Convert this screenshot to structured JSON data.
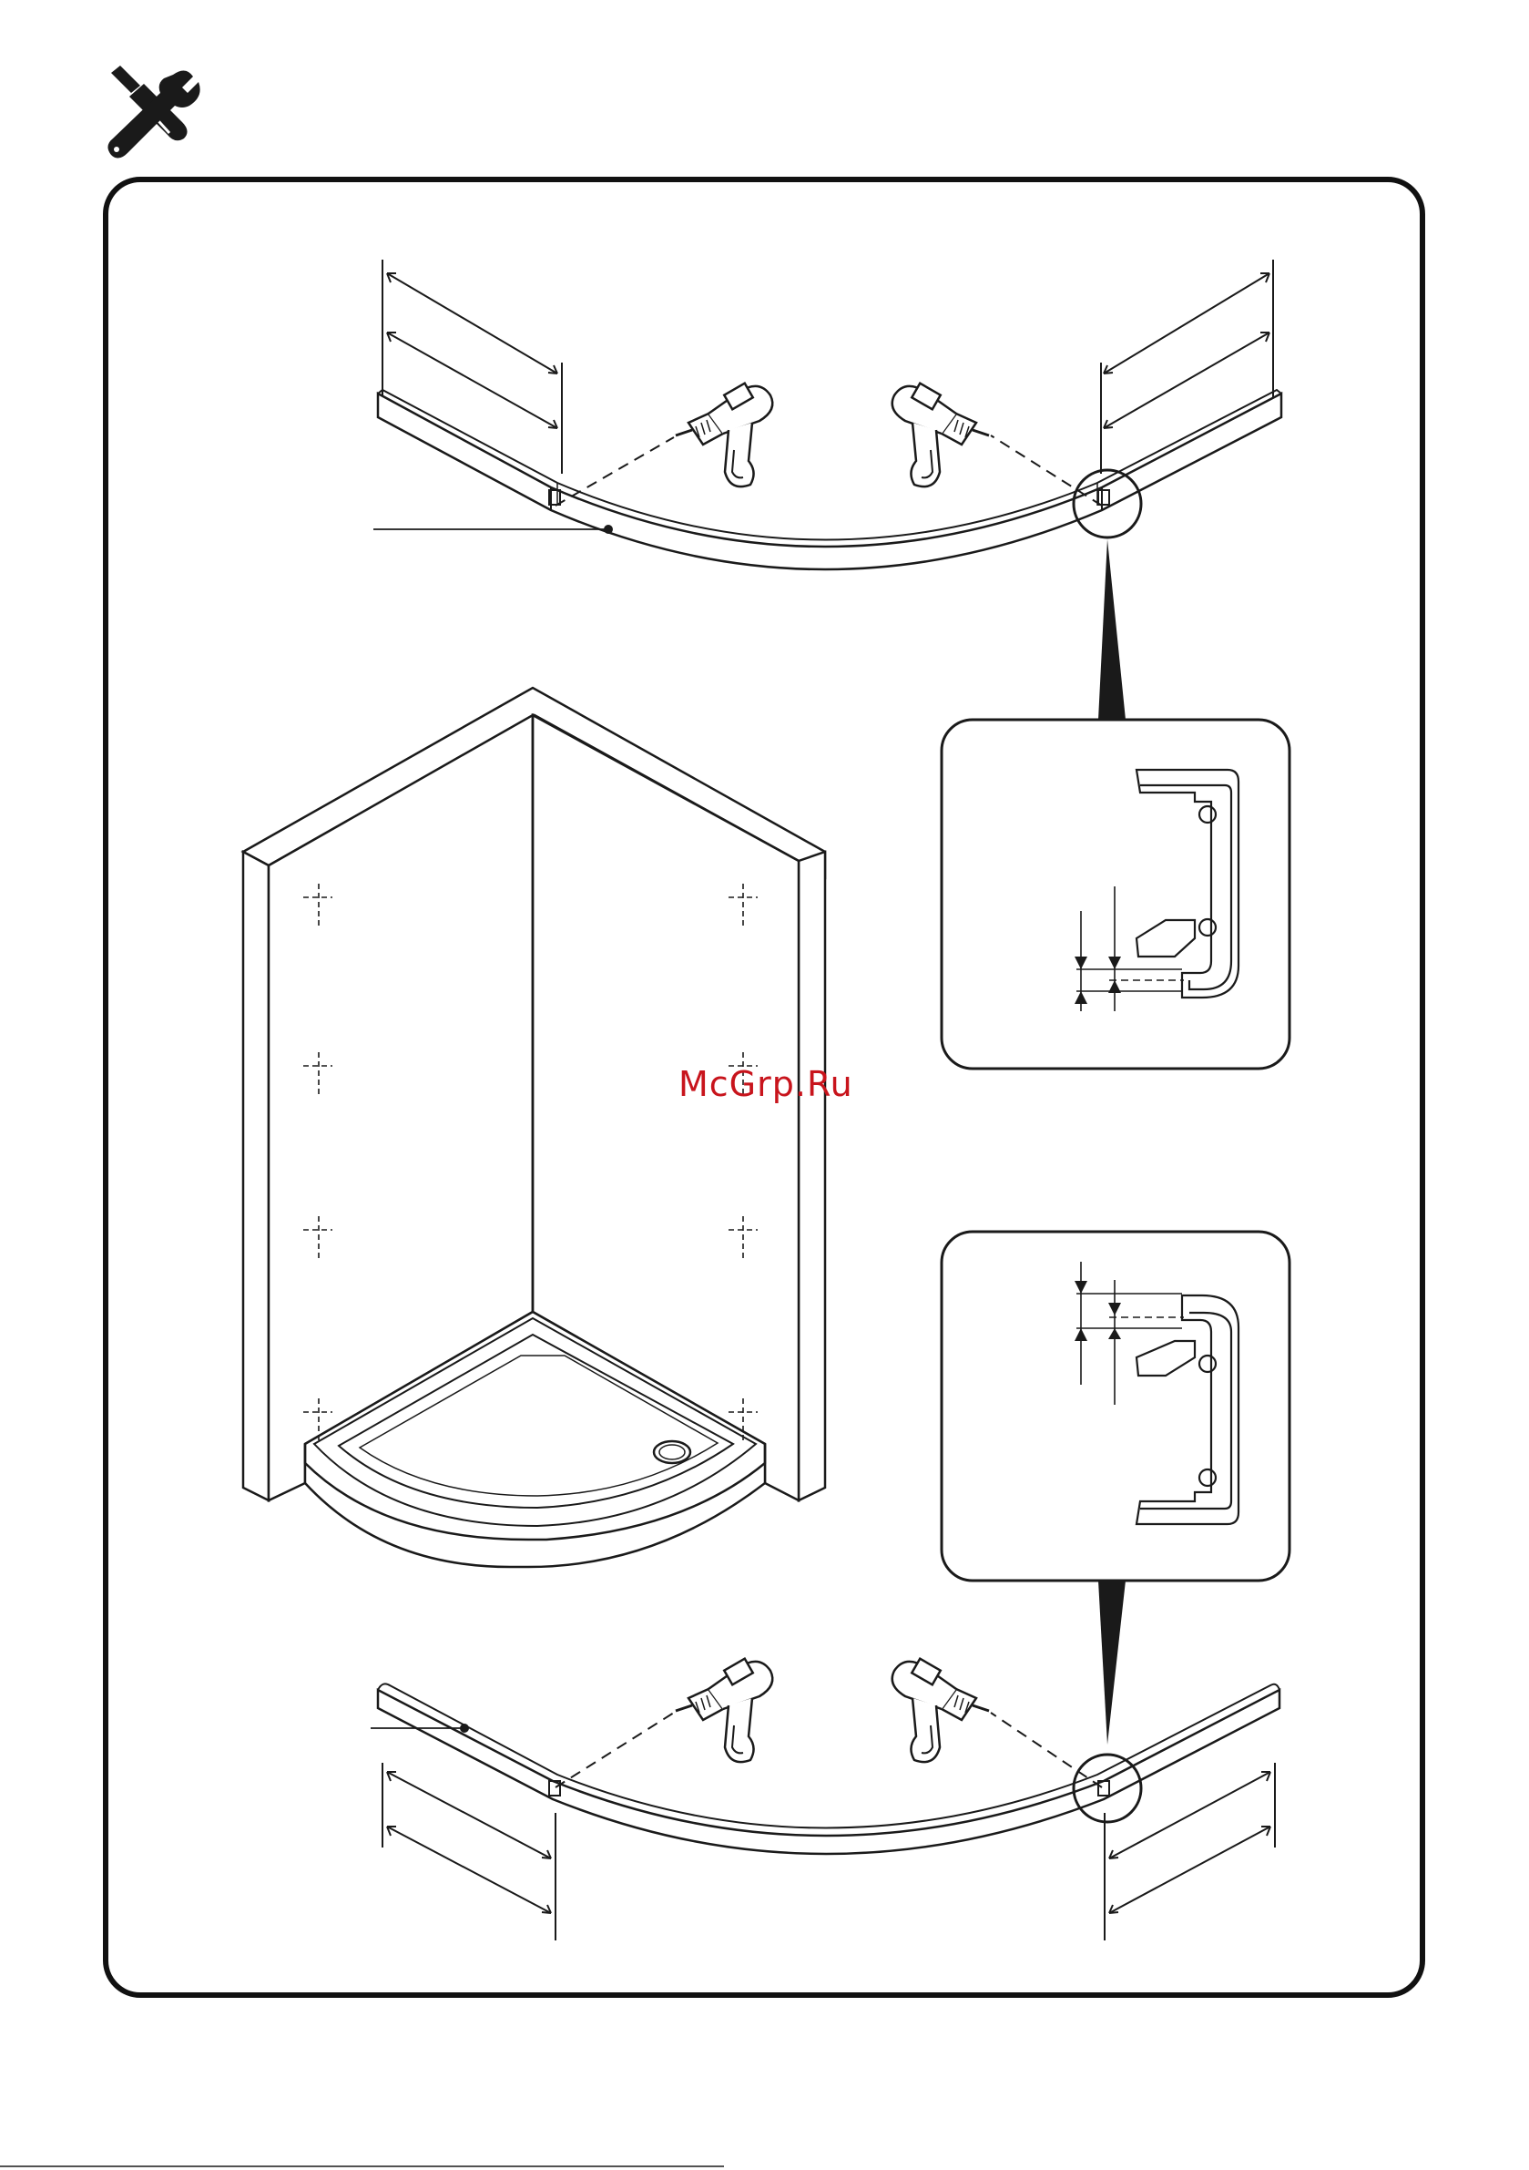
{
  "page": {
    "header_icon": "tools-icon",
    "watermark": "McGrp.Ru"
  },
  "colors": {
    "line": "#1a1a1a",
    "frame": "#111111",
    "watermark": "#c8141c",
    "background": "#ffffff"
  },
  "diagram": {
    "steps": [
      "top-rail-installation",
      "shower-enclosure-tray",
      "bottom-rail-installation"
    ],
    "detail_views": [
      "top-rail-profile-section",
      "bottom-rail-profile-section"
    ],
    "tools": [
      "drill-icon",
      "drill-icon",
      "drill-icon",
      "drill-icon"
    ]
  }
}
